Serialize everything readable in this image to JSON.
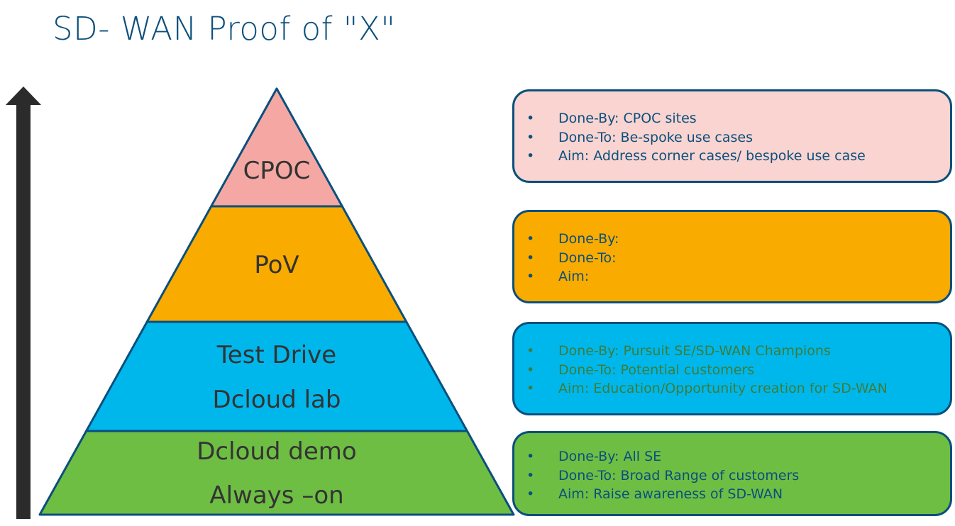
{
  "title": "SD- WAN Proof of \"X\"",
  "colors": {
    "title": "#0b4f7c",
    "arrow": "#2b2b2b",
    "outline": "#0b4f7c",
    "tier_text": "#333333"
  },
  "arrow": {
    "name": "arrow-up-icon"
  },
  "tiers": [
    {
      "id": "cpoc",
      "lines": [
        "CPOC"
      ],
      "color": "#f5a8a3"
    },
    {
      "id": "pov",
      "lines": [
        "PoV"
      ],
      "color": "#f9ab00"
    },
    {
      "id": "test-drive",
      "lines": [
        "Test Drive",
        "Dcloud lab"
      ],
      "color": "#00b7ec"
    },
    {
      "id": "dcloud-demo",
      "lines": [
        "Dcloud demo",
        "Always –on"
      ],
      "color": "#6ebe44"
    }
  ],
  "boxes": [
    {
      "id": "cpoc",
      "bg": "#f9d4d1",
      "text_color": "#0b4f7c",
      "bullet": "•",
      "items": [
        "Done-By: CPOC sites",
        "Done-To: Be-spoke use cases",
        "Aim: Address corner cases/ bespoke use case"
      ]
    },
    {
      "id": "pov",
      "bg": "#f9ab00",
      "text_color": "#0b4f7c",
      "bullet": "•",
      "items": [
        "Done-By:",
        "Done-To:",
        "Aim:"
      ]
    },
    {
      "id": "test-drive",
      "bg": "#00b7ec",
      "text_color": "#3d7d3a",
      "bullet": "•",
      "items": [
        "Done-By: Pursuit SE/SD-WAN Champions",
        "Done-To: Potential customers",
        "Aim: Education/Opportunity creation for SD-WAN"
      ]
    },
    {
      "id": "dcloud-demo",
      "bg": "#6ebe44",
      "text_color": "#0b4f7c",
      "bullet": "•",
      "items": [
        "Done-By: All SE",
        "Done-To: Broad Range of customers",
        "Aim: Raise awareness of SD-WAN"
      ]
    }
  ]
}
